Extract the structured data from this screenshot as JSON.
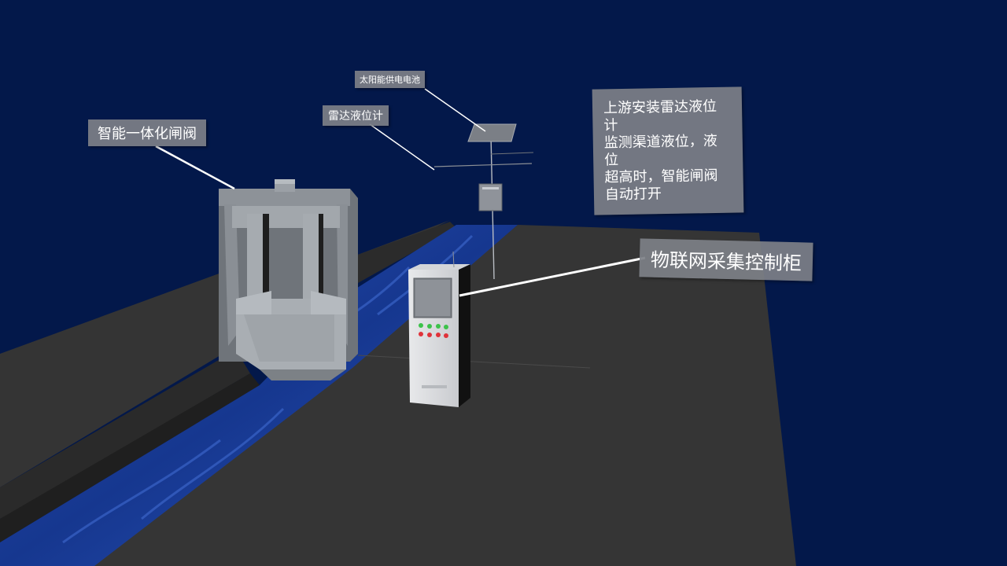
{
  "labels": {
    "gate": "智能一体化闸阀",
    "radar": "雷达液位计",
    "solar": "太阳能供电电池",
    "cabinet": "物联网采集控制柜",
    "description": [
      "上游安装雷达液位计",
      "监测渠道液位，液位",
      "超高时，智能闸阀",
      "自动打开"
    ]
  },
  "colors": {
    "background": "#03184a",
    "ground": "#333333",
    "water": "#1b3f9e",
    "gate": "#9aa0a6",
    "label_bg": "#7e8187",
    "indicator_green": "#3cc24a",
    "indicator_red": "#e0323a"
  }
}
